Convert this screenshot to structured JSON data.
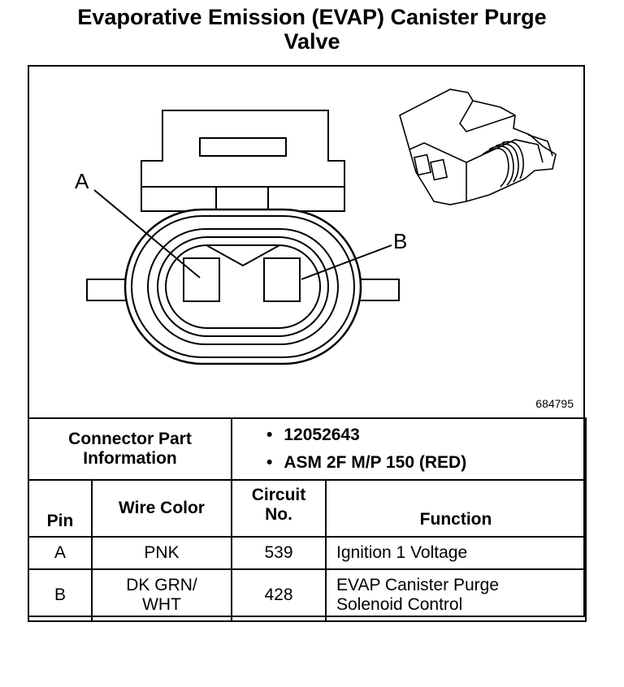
{
  "title_line1": "Evaporative Emission (EVAP) Canister Purge",
  "title_line2": "Valve",
  "diagram": {
    "label_a": "A",
    "label_b": "B",
    "part_number": "684795"
  },
  "connector": {
    "header_line1": "Connector Part",
    "header_line2": "Information",
    "part_numbers": [
      "12052643",
      "ASM 2F M/P 150 (RED)"
    ]
  },
  "table": {
    "headers": {
      "pin": "Pin",
      "wire_color": "Wire Color",
      "circuit_line1": "Circuit",
      "circuit_line2": "No.",
      "function": "Function"
    },
    "rows": [
      {
        "pin": "A",
        "wire_line1": "PNK",
        "wire_line2": "",
        "circuit": "539",
        "function_line1": "Ignition 1 Voltage",
        "function_line2": ""
      },
      {
        "pin": "B",
        "wire_line1": "DK GRN/",
        "wire_line2": "WHT",
        "circuit": "428",
        "function_line1": "EVAP Canister Purge",
        "function_line2": "Solenoid Control"
      }
    ]
  }
}
